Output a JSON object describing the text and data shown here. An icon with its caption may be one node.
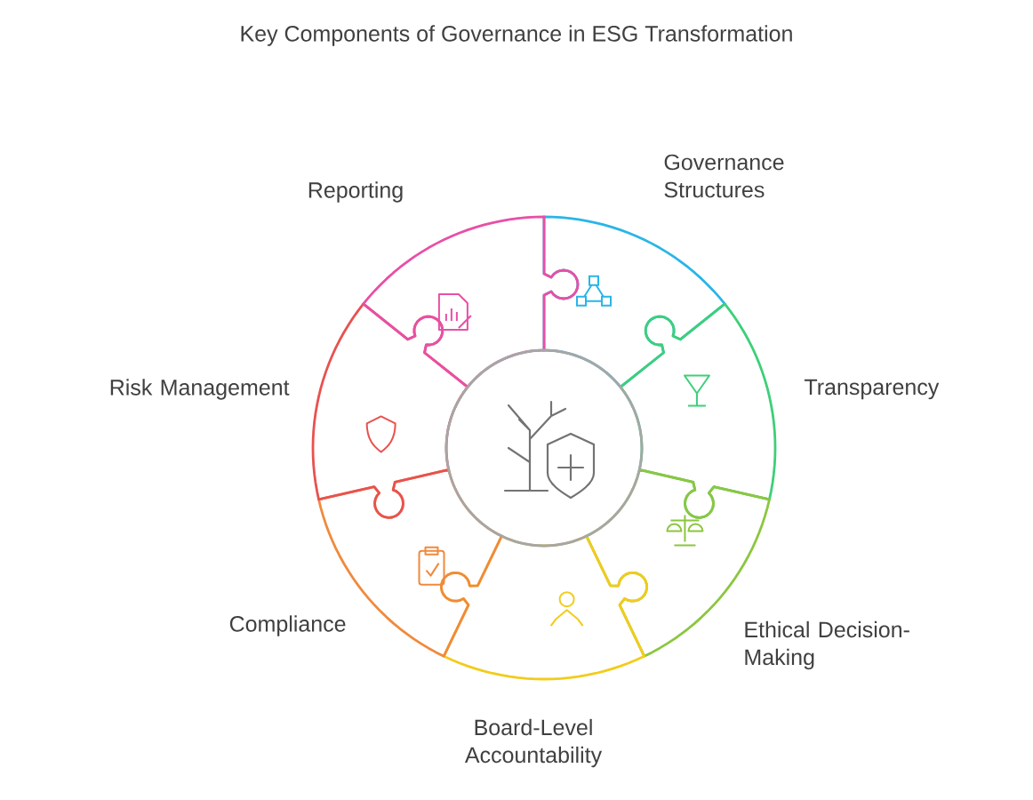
{
  "diagram": {
    "title": "Key Components of Governance in ESG Transformation",
    "nodes": [
      {
        "text": [
          "Governance Structures"
        ]
      },
      {
        "text": [
          "Transparency"
        ]
      },
      {
        "text": [
          "Ethical Decision-Making"
        ]
      },
      {
        "text": [
          "Board-Level Accountability"
        ]
      },
      {
        "text": [
          "Compliance"
        ]
      },
      {
        "text": [
          "Risk Management"
        ]
      },
      {
        "text": [
          "Reporting"
        ]
      }
    ]
  }
}
